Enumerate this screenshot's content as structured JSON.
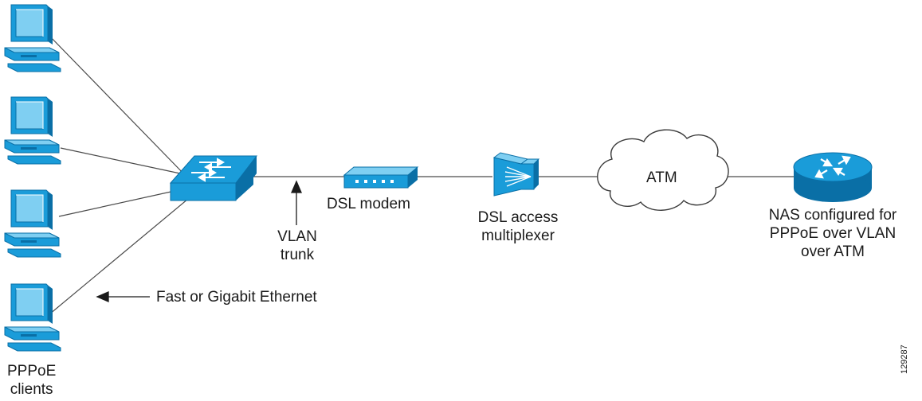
{
  "colors": {
    "device_fill": "#1a9cd9",
    "device_dark": "#0a6fa6",
    "device_light": "#7fcff2",
    "line": "#4a4a4a",
    "text": "#1a1a1a"
  },
  "labels": {
    "clients": "PPPoE\nclients",
    "ethernet": "Fast or Gigabit Ethernet",
    "vlan_trunk": "VLAN\ntrunk",
    "dsl_modem": "DSL modem",
    "dslam": "DSL access\nmultiplexer",
    "atm": "ATM",
    "nas": "NAS configured for\nPPPoE over VLAN\nover ATM",
    "figure_id": "129287"
  },
  "icons": {
    "client": "pc-icon",
    "switch": "switch-icon",
    "modem": "dsl-modem-icon",
    "dslam": "dslam-icon",
    "cloud": "atm-cloud-icon",
    "router": "router-icon"
  }
}
